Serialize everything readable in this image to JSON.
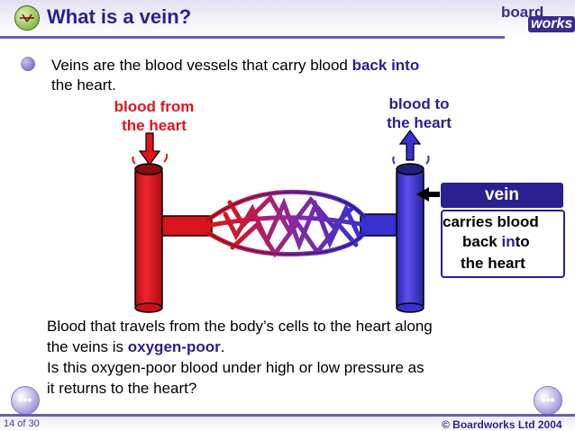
{
  "header": {
    "title": "What is a vein?"
  },
  "logo": {
    "word1": "board",
    "word2": "works"
  },
  "bullet": {
    "text_before": "Veins are the blood vessels that carry blood ",
    "highlight": "back into",
    "text_after": "the heart."
  },
  "diagram": {
    "label_from_line1": "blood from",
    "label_from_line2": "the heart",
    "label_to_line1": "blood to",
    "label_to_line2": "the heart",
    "callout_title": "vein",
    "callout_line1": "carries blood",
    "callout_line2_a": "back ",
    "callout_line2_b": "in",
    "callout_line2_c": "to",
    "callout_line3": "the heart"
  },
  "body": {
    "line1": "Blood that travels from the body’s cells to the heart along",
    "line2_a": "the veins is ",
    "line2_b": "oxygen-poor",
    "line2_c": ".",
    "line3": "Is this oxygen-poor blood under high or low pressure as",
    "line4": "it returns to the heart?"
  },
  "nav": {
    "prev": "•••",
    "next": "•••"
  },
  "footer": {
    "counter": "14 of 30",
    "copyright": "© Boardworks Ltd 2004"
  },
  "colors": {
    "accent": "#2a1f8f",
    "artery": "#e0141c",
    "vein": "#3a2fd0"
  }
}
